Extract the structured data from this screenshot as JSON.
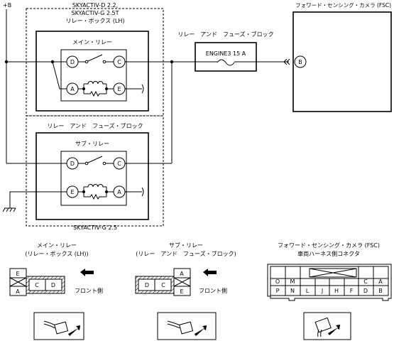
{
  "labels": {
    "power": "+B",
    "top_box_line1": "SKYACTIV-D 2.2,",
    "top_box_line2": "SKYACTIV-G 2.5T",
    "top_box_line3": "リレー・ボックス (LH)",
    "main_relay": "メイン・リレー",
    "relay_fuse_block_top": "リレー　アンド　フューズ・ブロック",
    "fuse": "ENGINE3 15 A",
    "camera_title": "フォワード・センシング・カメラ (FSC)",
    "mid_relay_fuse_block": "リレー　アンド　フューズ・ブロック",
    "sub_relay": "サブ・リレー",
    "bottom_box_label": "SKYACTIV-G 2.5"
  },
  "pins": {
    "D": "D",
    "C": "C",
    "A": "A",
    "E": "E",
    "B": "B"
  },
  "connectors": {
    "main_title1": "メイン・リレー",
    "main_title2": "(リレー・ボックス (LH))",
    "sub_title1": "サブ・リレー",
    "sub_title2": "(リレー　アンド　フューズ・ブロック)",
    "fsc_title1": "フォワード・センシング・カメラ (FSC)",
    "fsc_title2": "車両ハーネス側コネクタ",
    "front": "フロント側",
    "main_cells": {
      "E": "E",
      "A": "A",
      "C": "C",
      "D": "D"
    },
    "sub_cells": {
      "D": "D",
      "C": "C",
      "A": "A",
      "E": "E"
    },
    "fsc_row1": [
      "O",
      "M",
      "C",
      "A"
    ],
    "fsc_row2": [
      "P",
      "N",
      "L",
      "J",
      "H",
      "F",
      "D",
      "B"
    ]
  }
}
